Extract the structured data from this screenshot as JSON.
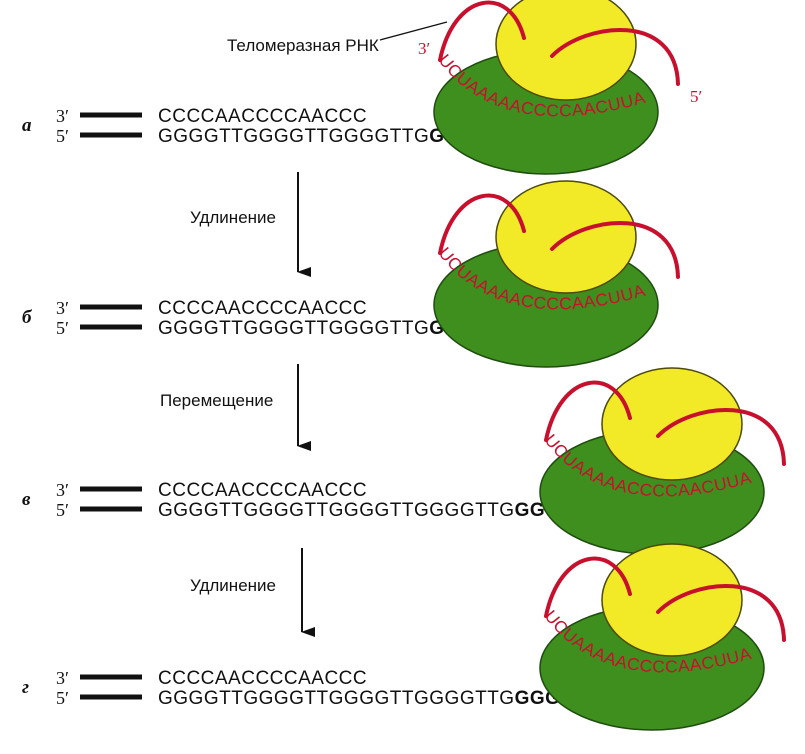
{
  "callout": {
    "label": "Теломеразная РНК"
  },
  "rna": {
    "sequence": "UCUAAAAACCCCAACUUA",
    "end_3": "3′",
    "end_5": "5′"
  },
  "colors": {
    "rna": "#c8102e",
    "small_subunit": "#f2ea27",
    "large_subunit": "#3f8f1f",
    "dna": "#111111"
  },
  "stages": [
    {
      "letter": "а",
      "end_top": "3′",
      "end_bottom": "5′",
      "top_seq": "CCCCAACCCCAACCC",
      "bottom_seq_old": "GGGGTTGGGGTTGGGGTTG",
      "bottom_seq_new": "GGGTTGGGG",
      "show_rna_ends": true
    },
    {
      "letter": "б",
      "end_top": "3′",
      "end_bottom": "5′",
      "top_seq": "CCCCAACCCCAACCC",
      "bottom_seq_old": "GGGGTTGGGGTTGGGGTTG",
      "bottom_seq_new": "GGGTTGGGGTTG",
      "show_rna_ends": false
    },
    {
      "letter": "в",
      "end_top": "3′",
      "end_bottom": "5′",
      "top_seq": "CCCCAACCCCAACCC",
      "bottom_seq_old": "GGGGTTGGGGTTGGGGTTGGGGTTG",
      "bottom_seq_new": "GGGTTG",
      "show_rna_ends": false
    },
    {
      "letter": "г",
      "end_top": "3′",
      "end_bottom": "5′",
      "top_seq": "CCCCAACCCCAACCC",
      "bottom_seq_old": "GGGGTTGGGGTTGGGGTTGGGGTTG",
      "bottom_seq_new": "GGGTTGGGGTTG",
      "show_rna_ends": false
    }
  ],
  "steps": [
    {
      "label": "Удлинение"
    },
    {
      "label": "Перемещение"
    },
    {
      "label": "Удлинение"
    }
  ]
}
